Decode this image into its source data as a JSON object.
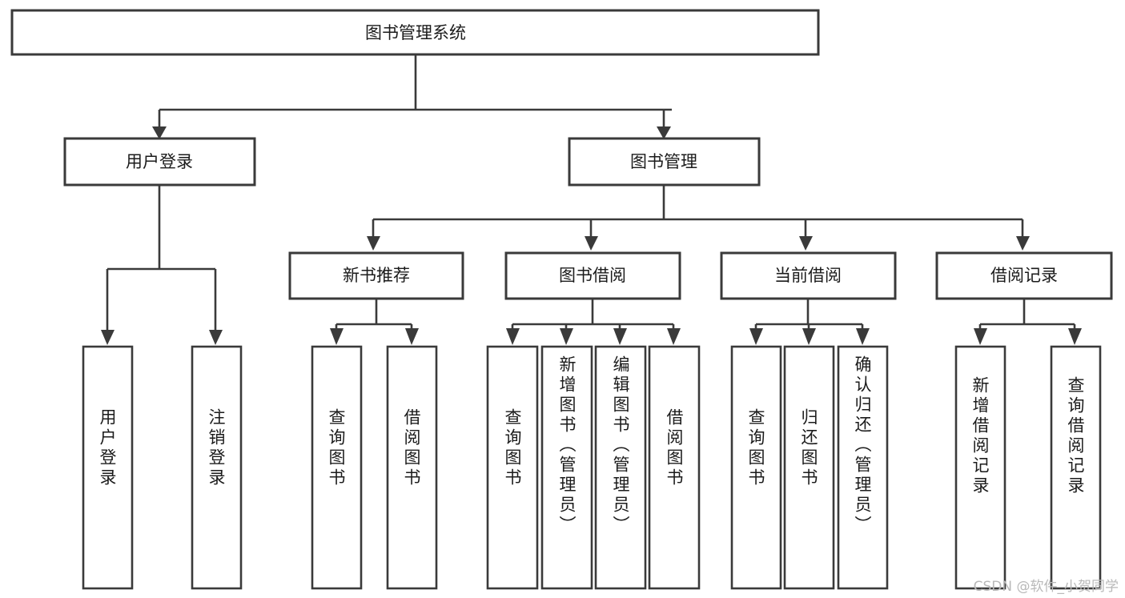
{
  "diagram": {
    "type": "tree-hierarchy",
    "title": "图书管理系统",
    "root": {
      "label": "图书管理系统",
      "level": 1
    },
    "level2": [
      {
        "label": "用户登录"
      },
      {
        "label": "图书管理"
      }
    ],
    "level3": [
      {
        "label": "新书推荐"
      },
      {
        "label": "图书借阅"
      },
      {
        "label": "当前借阅"
      },
      {
        "label": "借阅记录"
      }
    ],
    "leaves": {
      "user_login": [
        "用户登录",
        "注销登录"
      ],
      "new_book_recommend": [
        "查询图书",
        "借阅图书"
      ],
      "book_borrow": [
        "查询图书",
        "新增图书（管理员）",
        "编辑图书（管理员）",
        "借阅图书"
      ],
      "current_borrow": [
        "查询图书",
        "归还图书",
        "确认归还（管理员）"
      ],
      "borrow_record": [
        "新增借阅记录",
        "查询借阅记录"
      ]
    },
    "watermark": "CSDN @软件_小贺同学",
    "colors": {
      "stroke": "#3a3a3a",
      "fill": "#ffffff",
      "text": "#1b1b1b",
      "watermark": "#b9b9b9"
    }
  }
}
